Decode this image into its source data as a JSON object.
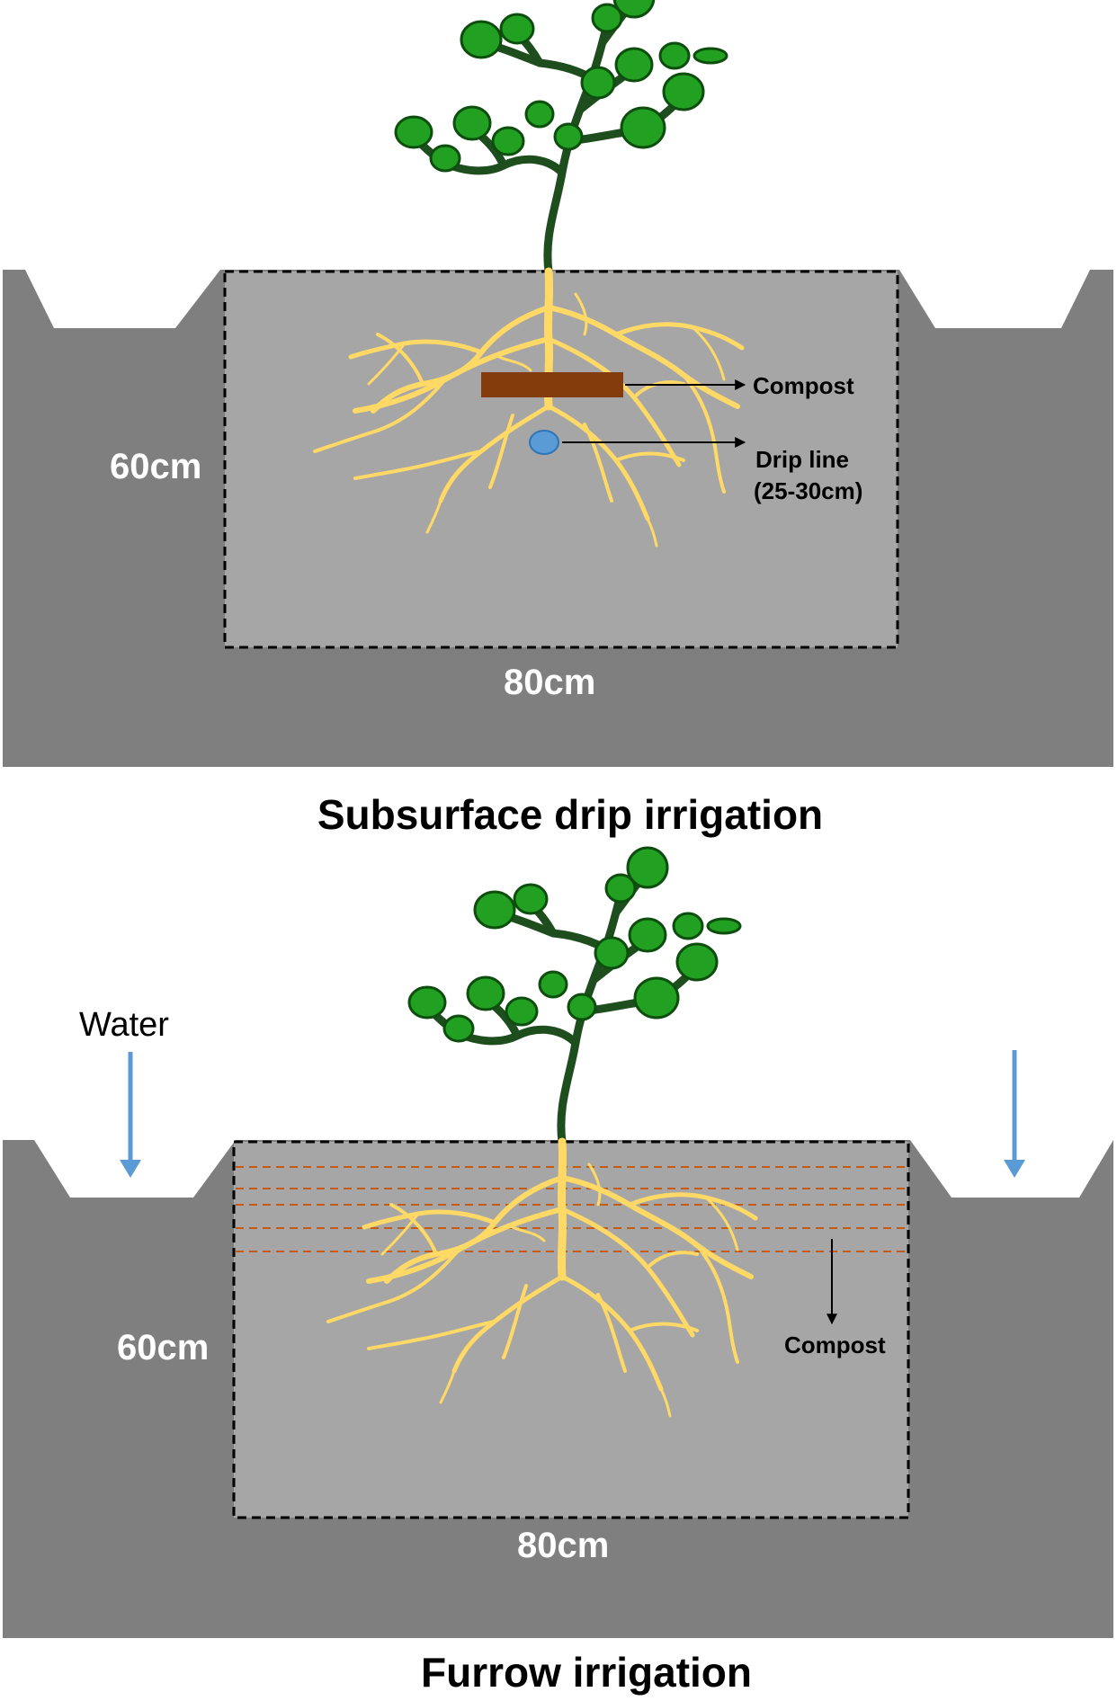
{
  "colors": {
    "ground": "#7f7f7f",
    "planting_zone": "#a6a6a6",
    "roots": "#ffd966",
    "stem": "#1e4d1e",
    "leaves": "#22a022",
    "leaf_outline": "#0d4d0d",
    "compost": "#843c0c",
    "drip_line": "#5b9bd5",
    "water_arrow": "#5b9bd5",
    "compost_layer_lines": "#c55a11"
  },
  "icons": {
    "plant": "plant-icon",
    "water_arrow": "down-arrow-icon"
  },
  "panels": [
    {
      "id": "subsurface",
      "title": "Subsurface drip irrigation",
      "depth_label": "60cm",
      "width_label": "80cm",
      "callouts": [
        {
          "label": "Compost"
        },
        {
          "label": "Drip line"
        },
        {
          "label": "(25-30cm)"
        }
      ]
    },
    {
      "id": "furrow",
      "title": "Furrow irrigation",
      "depth_label": "60cm",
      "width_label": "80cm",
      "water_label": "Water",
      "callouts": [
        {
          "label": "Compost"
        }
      ]
    }
  ]
}
